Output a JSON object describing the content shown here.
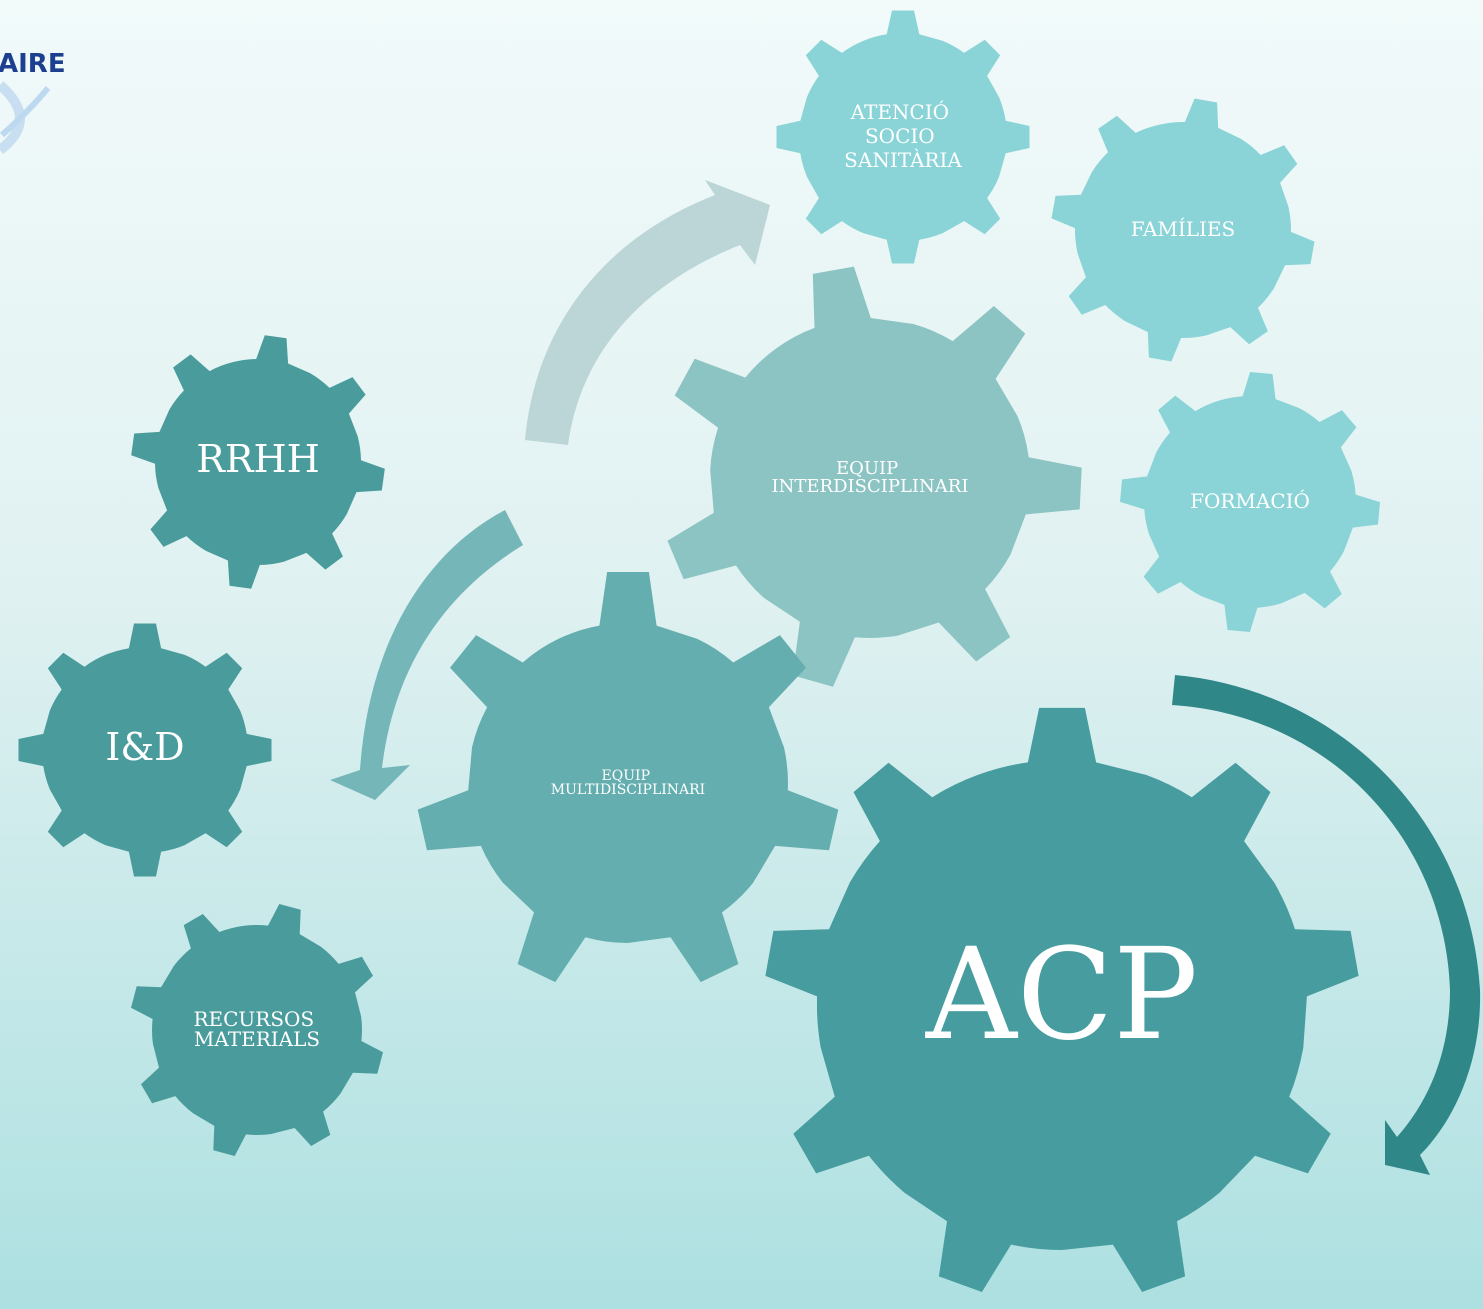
{
  "logo": {
    "text": "AIRE"
  },
  "gears": {
    "atencio": {
      "lines": [
        "ATENCIÓ",
        "SOCIO",
        "SANITÀRIA"
      ],
      "color": "#8ad4d7"
    },
    "families": {
      "lines": [
        "FAMÍLIES"
      ],
      "color": "#8ad4d7"
    },
    "formacio": {
      "lines": [
        "FORMACIÓ"
      ],
      "color": "#8ad4d7"
    },
    "interdisciplinari": {
      "lines": [
        "EQUIP",
        "INTERDISCIPLINARI"
      ],
      "color": "#8cc3c3"
    },
    "multidisciplinari": {
      "lines": [
        "EQUIP",
        "MULTIDISCIPLINARI"
      ],
      "color": "#64aeaf"
    },
    "rrhh": {
      "lines": [
        "RRHH"
      ],
      "color": "#4a9b9c"
    },
    "id": {
      "lines": [
        "I&D"
      ],
      "color": "#4a9b9c"
    },
    "recursos": {
      "lines": [
        "RECURSOS",
        "MATERIALS"
      ],
      "color": "#4a9b9c"
    },
    "acp": {
      "lines": [
        "ACP"
      ],
      "color": "#469c9e"
    }
  },
  "arrows": {
    "upper": {
      "color": "#bcd5d6"
    },
    "left": {
      "color": "#75b7b9"
    },
    "right": {
      "color": "#2f8788"
    }
  }
}
